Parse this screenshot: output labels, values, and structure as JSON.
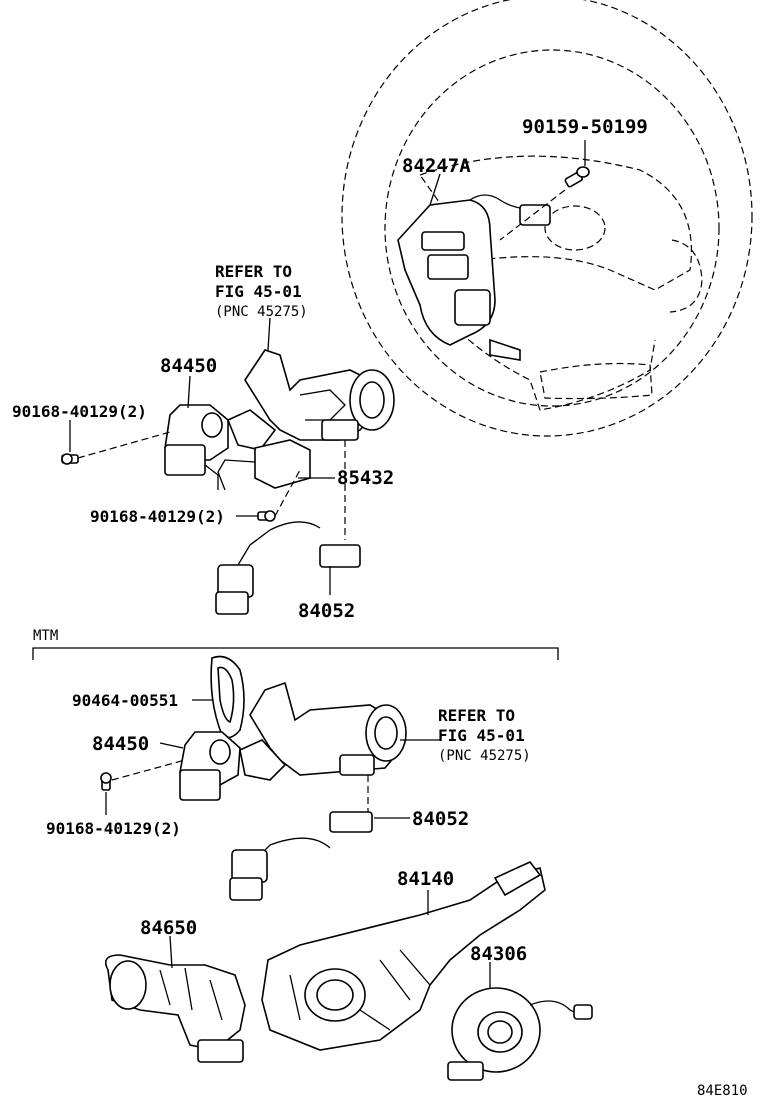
{
  "labels": {
    "p90159": "90159-50199",
    "p84247a": "84247A",
    "refer1_a": "REFER TO",
    "refer1_b": "FIG 45-01",
    "refer1_c": "(PNC 45275)",
    "p84450_top": "84450",
    "p90168_a": "90168-40129(2)",
    "p85432": "85432",
    "p90168_b": "90168-40129(2)",
    "p84052_top": "84052",
    "section_mtm": "MTM",
    "p90464": "90464-00551",
    "refer2_a": "REFER TO",
    "refer2_b": "FIG 45-01",
    "refer2_c": "(PNC 45275)",
    "p84450_bot": "84450",
    "p90168_c": "90168-40129(2)",
    "p84052_bot": "84052",
    "p84140": "84140",
    "p84650": "84650",
    "p84306": "84306",
    "figure_code": "84E810"
  }
}
